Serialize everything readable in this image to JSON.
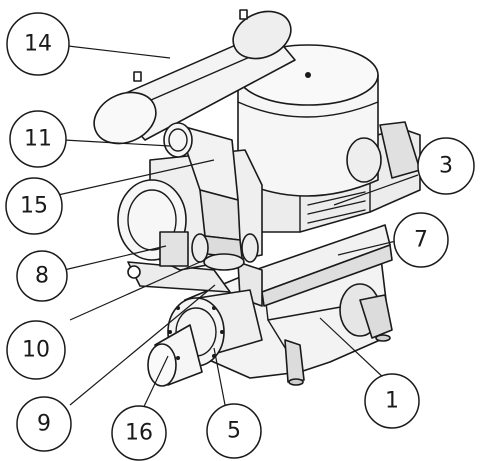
{
  "callouts": [
    {
      "label": "14"
    },
    {
      "label": "11"
    },
    {
      "label": "15"
    },
    {
      "label": "8"
    },
    {
      "label": "10"
    },
    {
      "label": "9"
    },
    {
      "label": "16"
    },
    {
      "label": "5"
    },
    {
      "label": "1"
    },
    {
      "label": "7"
    },
    {
      "label": "3"
    }
  ],
  "colors": {
    "line": "#1a1a1a",
    "fill_light": "#f4f4f4",
    "fill_mid": "#e4e4e4",
    "fill_dark": "#cfcfcf"
  }
}
